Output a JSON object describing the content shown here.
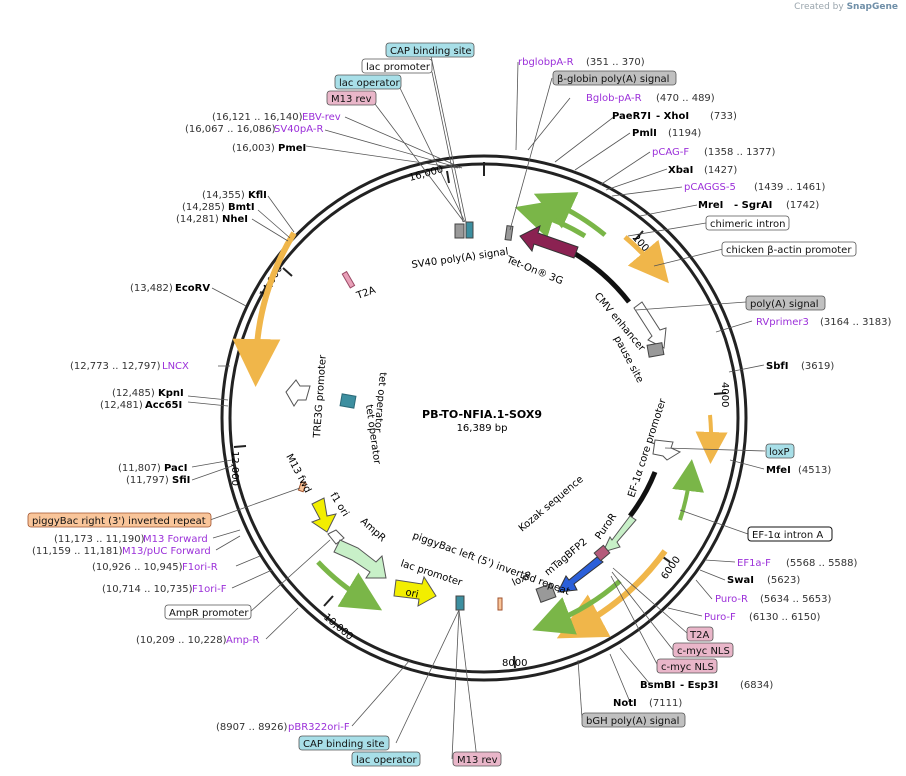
{
  "credit": {
    "prefix": "Created by",
    "brand": "SnapGene"
  },
  "plasmid": {
    "name": "PB-TO-NFIA.1-SOX9",
    "length": "16,389 bp"
  },
  "ticks": [
    "2000",
    "4000",
    "6000",
    "8000",
    "10,000",
    "12,000",
    "14,000",
    "16,000"
  ],
  "colors": {
    "backbone": "#222222",
    "orange_feature": "#f0b64a",
    "green_feature": "#7ab648",
    "maroon_feature": "#8b2252",
    "blue_feature": "#2b5fd9",
    "yellow_feature": "#f2ee00",
    "light_green_feature": "#c8f0c8",
    "purple_primer": "#9b30d9",
    "cyan_box": "#a8dfe8",
    "pink_box": "#e9b6c9",
    "gray_box": "#c0c0c0",
    "salmon_box": "#f9c59a"
  },
  "labels": {
    "cap_binding_site_top": "CAP binding site",
    "lac_promoter_top": "lac promoter",
    "lac_operator_top": "lac operator",
    "m13_rev_top": "M13 rev",
    "ebv_rev": "EBV-rev",
    "ebv_rev_coord": "(16,121 .. 16,140)",
    "sv40pa_r": "SV40pA-R",
    "sv40pa_r_coord": "(16,067 .. 16,086)",
    "pmei": "PmeI",
    "pmei_coord": "(16,003)",
    "kfli": "KflI",
    "kfli_coord": "(14,355)",
    "bmti": "BmtI",
    "bmti_coord": "(14,285)",
    "nhei": "NheI",
    "nhei_coord": "(14,281)",
    "ecorv": "EcoRV",
    "ecorv_coord": "(13,482)",
    "lncx": "LNCX",
    "lncx_coord": "(12,773 .. 12,797)",
    "kpni": "KpnI",
    "kpni_coord": "(12,485)",
    "acc65i": "Acc65I",
    "acc65i_coord": "(12,481)",
    "paci": "PacI",
    "paci_coord": "(11,807)",
    "sfii": "SfiI",
    "sfii_coord": "(11,797)",
    "piggybac_right": "piggyBac right (3') inverted repeat",
    "m13_forward": "M13 Forward",
    "m13_forward_coord": "(11,173 .. 11,190)",
    "m13_puc_forward": "M13/pUC Forward",
    "m13_puc_forward_coord": "(11,159 .. 11,181)",
    "f1ori_r": "F1ori-R",
    "f1ori_r_coord": "(10,926 .. 10,945)",
    "f1ori_f": "F1ori-F",
    "f1ori_f_coord": "(10,714 .. 10,735)",
    "ampr_promoter": "AmpR promoter",
    "amp_r": "Amp-R",
    "amp_r_coord": "(10,209 .. 10,228)",
    "pbr322ori_f": "pBR322ori-F",
    "pbr322ori_f_coord": "(8907 .. 8926)",
    "cap_binding_site_bottom": "CAP binding site",
    "lac_operator_bottom": "lac operator",
    "m13_rev_bottom": "M13 rev",
    "rbglobpa_r": "rbglobpA-R",
    "rbglobpa_r_coord": "(351 .. 370)",
    "beta_globin_polya": "β-globin poly(A) signal",
    "bglob_pa_r": "Bglob-pA-R",
    "bglob_pa_r_coord": "(470 .. 489)",
    "paer7i": "PaeR7I",
    "xhoi": "- XhoI",
    "xhoi_coord": "(733)",
    "pmli": "PmlI",
    "pmli_coord": "(1194)",
    "pcag_f": "pCAG-F",
    "pcag_f_coord": "(1358 .. 1377)",
    "xbai": "XbaI",
    "xbai_coord": "(1427)",
    "pcaggs_5": "pCAGGS-5",
    "pcaggs_5_coord": "(1439 .. 1461)",
    "mrei": "MreI",
    "sgrai": "- SgrAI",
    "sgrai_coord": "(1742)",
    "chimeric_intron": "chimeric intron",
    "chicken_actin": "chicken β-actin promoter",
    "polya_signal": "poly(A) signal",
    "rvprimer3": "RVprimer3",
    "rvprimer3_coord": "(3164 .. 3183)",
    "sbfi": "SbfI",
    "sbfi_coord": "(3619)",
    "loxp_right": "loxP",
    "mfei": "MfeI",
    "mfei_coord": "(4513)",
    "ef1a_intron": "EF-1α intron A",
    "ef1a_f": "EF1a-F",
    "ef1a_f_coord": "(5568 .. 5588)",
    "swai": "SwaI",
    "swai_coord": "(5623)",
    "puro_r": "Puro-R",
    "puro_r_coord": "(5634 .. 5653)",
    "puro_f": "Puro-F",
    "puro_f_coord": "(6130 .. 6150)",
    "t2a_right": "T2A",
    "cmyc_nls_1": "c-myc NLS",
    "cmyc_nls_2": "c-myc NLS",
    "bsmbi": "BsmBI",
    "esp3i": "- Esp3I",
    "esp3i_coord": "(6834)",
    "noti": "NotI",
    "noti_coord": "(7111)",
    "bgh_polya": "bGH poly(A) signal"
  },
  "inner_labels": {
    "sv40_polya": "SV40 poly(A) signal",
    "tet_on_3g": "Tet-On® 3G",
    "cmv_enhancer": "CMV enhancer",
    "pause_site": "pause site",
    "t2a": "T2A",
    "tet_operator_1": "tet operator",
    "tet_operator_2": "tet operator",
    "tre3g_promoter": "TRE3G promoter",
    "ef1a_core_promoter": "EF-1α core promoter",
    "kozak_sequence": "Kozak sequence",
    "puror": "PuroR",
    "mtagbfp2": "mTagBFP2",
    "loxp_inner": "loxP",
    "m13_fwd": "M13 fwd",
    "f1_ori": "f1 ori",
    "ampr": "AmpR",
    "piggybac_left": "piggyBac left (5') inverted repeat",
    "lac_promoter_inner": "lac promoter",
    "ori": "ori"
  }
}
